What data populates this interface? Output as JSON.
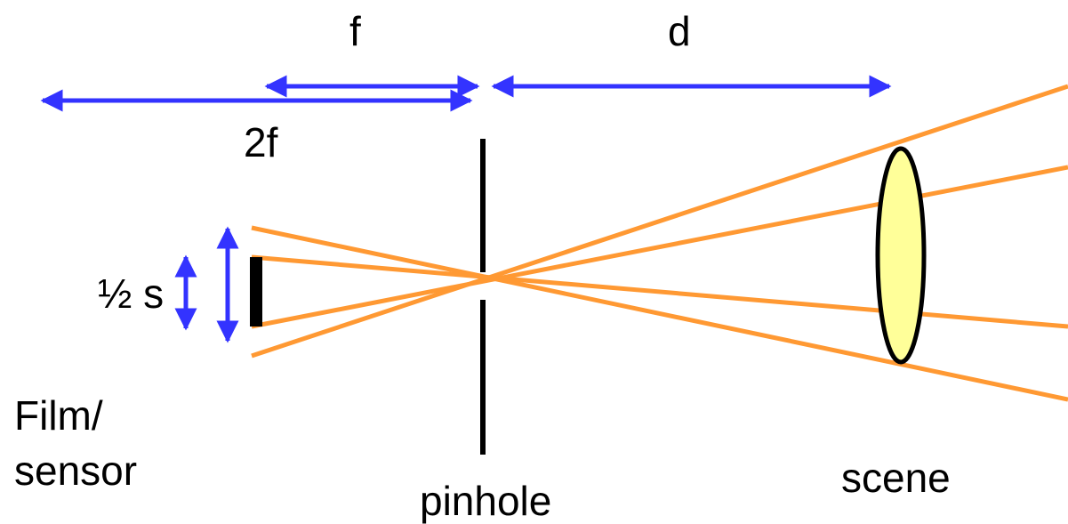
{
  "labels": {
    "f": "f",
    "d": "d",
    "two_f": "2f",
    "half_s": "½ s",
    "film_sensor_line1": "Film/",
    "film_sensor_line2": "sensor",
    "pinhole": "pinhole",
    "scene": "scene"
  },
  "colors": {
    "arrow": "#3333ff",
    "ray": "#ff9933",
    "barrier": "#000000",
    "scene_fill": "#ffff99",
    "scene_stroke": "#000000"
  }
}
